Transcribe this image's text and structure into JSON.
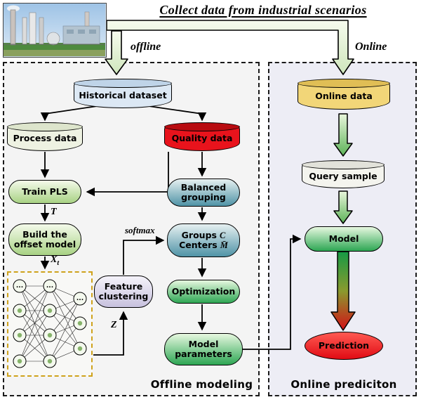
{
  "header": {
    "title": "Collect data from industrial scenarios",
    "offline_branch_label": "offline",
    "online_branch_label": "Online"
  },
  "panels": {
    "offline_caption": "Offline modeling",
    "online_caption": "Online prediciton"
  },
  "nodes": {
    "historical": "Historical dataset",
    "process": "Process data",
    "quality": "Quality data",
    "train_pls": "Train PLS",
    "build_offset_1": "Build the",
    "build_offset_2": "offset model",
    "balanced_1": "Balanced",
    "balanced_2": "grouping",
    "groups_label": "Groups",
    "groups_sym": "C",
    "centers_label": "Centers",
    "centers_sym": "M̄",
    "optimization": "Optimization",
    "params_1": "Model",
    "params_2": "parameters",
    "feature_1": "Feature",
    "feature_2": "clustering",
    "online_data": "Online data",
    "query_sample": "Query sample",
    "model": "Model",
    "prediction": "Prediction"
  },
  "edge_labels": {
    "t": "T",
    "x_main": "X",
    "x_sub": "t",
    "z": "Z",
    "softmax": "softmax"
  },
  "network": {
    "ellipsis": "..."
  },
  "colors": {
    "quality_red": "#e8131c",
    "prediction_red": "#e00b14",
    "online_data_yellow": "#f2d678",
    "historical_blue": "#dce8f4",
    "process_green": "#eef2e2",
    "node_green": "#2da653",
    "node_light_green": "#a8d284",
    "node_teal": "#4f93a6",
    "node_lavender": "#c7c1de",
    "nn_border_orange": "#cfa21b",
    "arrow_green": "#169a45",
    "arrow_red": "#d31016",
    "panel_offline_bg": "#f4f4f4",
    "panel_online_bg": "#ededf5"
  }
}
